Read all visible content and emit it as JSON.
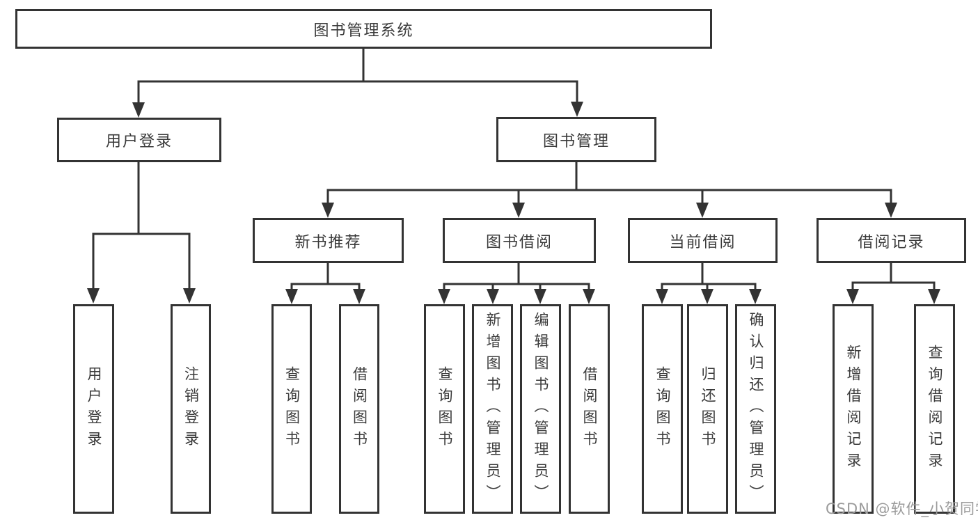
{
  "tree": {
    "label": "图书管理系统",
    "children": [
      {
        "label": "用户登录",
        "children": [
          {
            "label": "用户登录"
          },
          {
            "label": "注销登录"
          }
        ]
      },
      {
        "label": "图书管理",
        "children": [
          {
            "label": "新书推荐",
            "children": [
              {
                "label": "查询图书"
              },
              {
                "label": "借阅图书"
              }
            ]
          },
          {
            "label": "图书借阅",
            "children": [
              {
                "label": "查询图书"
              },
              {
                "label": "新增图书（管理员）"
              },
              {
                "label": "编辑图书（管理员）"
              },
              {
                "label": "借阅图书"
              }
            ]
          },
          {
            "label": "当前借阅",
            "children": [
              {
                "label": "查询图书"
              },
              {
                "label": "归还图书"
              },
              {
                "label": "确认归还（管理员）"
              }
            ]
          },
          {
            "label": "借阅记录",
            "children": [
              {
                "label": "新增借阅记录"
              },
              {
                "label": "查询借阅记录"
              }
            ]
          }
        ]
      }
    ]
  },
  "watermark": "CSDN @软件_小贺同学",
  "colors": {
    "line": "#333333",
    "text": "#3a3a3a",
    "watermark": "#9b9b9b",
    "background": "#ffffff"
  }
}
